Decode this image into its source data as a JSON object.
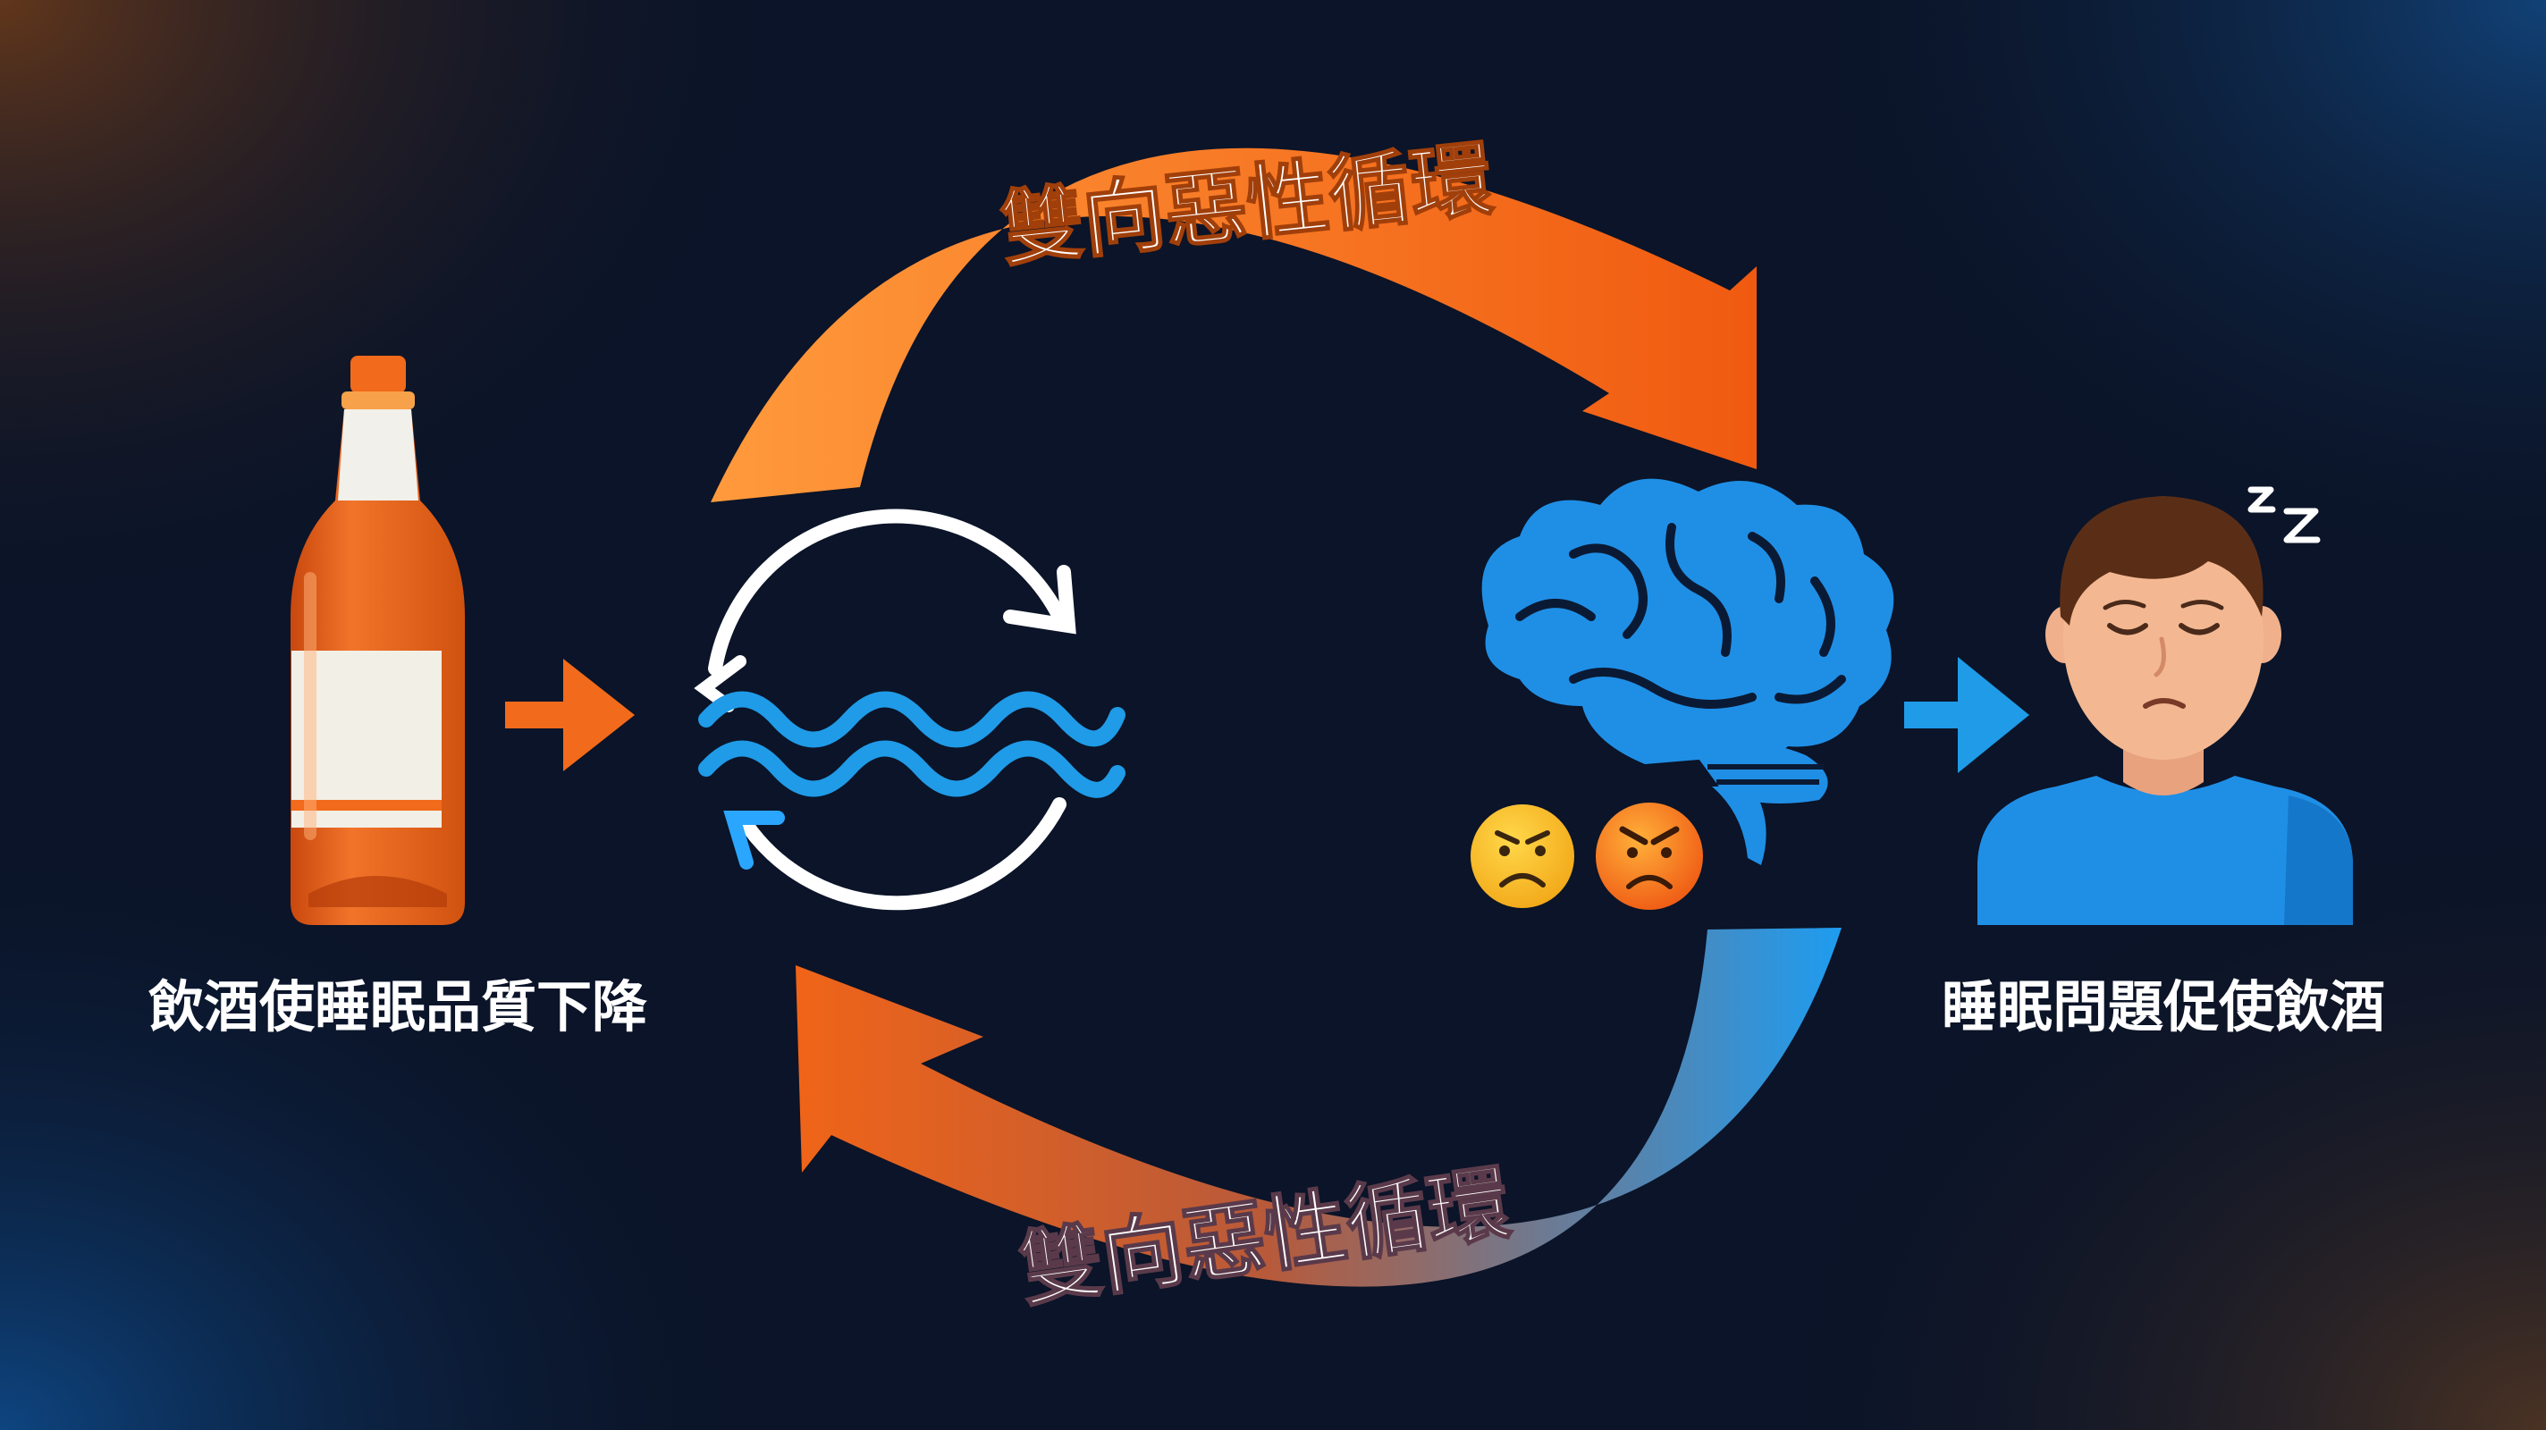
{
  "arc_top_label": "雙向惡性循環",
  "arc_bottom_label": "雙向惡性循環",
  "left_caption": "飲酒使睡眠品質下降",
  "right_caption": "睡眠問題促使飲酒",
  "sleep_glyph": "z z",
  "icons": [
    "alcohol-bottle-icon",
    "cycle-arrows-icon",
    "wave-icon",
    "brain-icon",
    "frown-face-icon",
    "angry-face-icon",
    "sleepy-person-icon",
    "arrow-right-icon"
  ],
  "colors": {
    "background": "#0b1428",
    "orange": "#f26a1b",
    "orange_light": "#ff8a34",
    "blue": "#1f8fe6",
    "blue_light": "#2aa6ff",
    "white": "#ffffff"
  }
}
